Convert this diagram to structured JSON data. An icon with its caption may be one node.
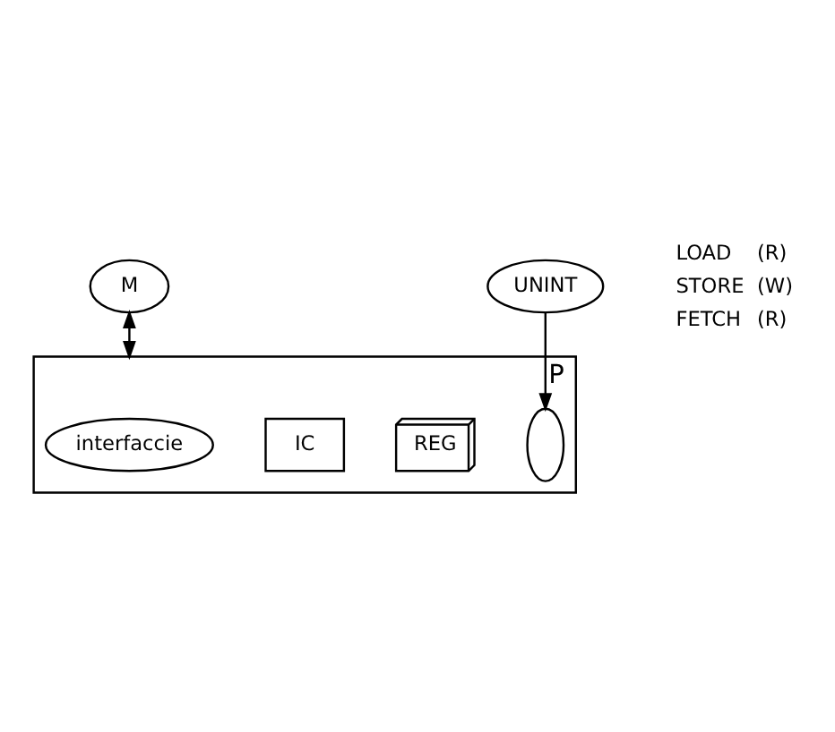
{
  "diagram": {
    "nodes": [
      {
        "text": [
          "M"
        ]
      },
      {
        "text": [
          "P"
        ]
      },
      {
        "text": [
          "interfaccie"
        ],
        "in": 1
      },
      {
        "text": [
          "REG"
        ],
        "in": 1
      },
      {
        "text": [
          "IC"
        ],
        "in": 1
      },
      {
        "text": [],
        "shape": "cloud",
        "in": 1
      },
      {
        "text": [
          "UNINT"
        ]
      }
    ],
    "edges": [
      {
        "from": 0,
        "to": 1,
        "arrow": "both"
      },
      {
        "from": 6,
        "to": 5,
        "arrow": "to"
      }
    ],
    "labels": [
      "LOAD",
      "(R)",
      "STORE",
      "(W)",
      "FETCH",
      "(R)"
    ]
  }
}
